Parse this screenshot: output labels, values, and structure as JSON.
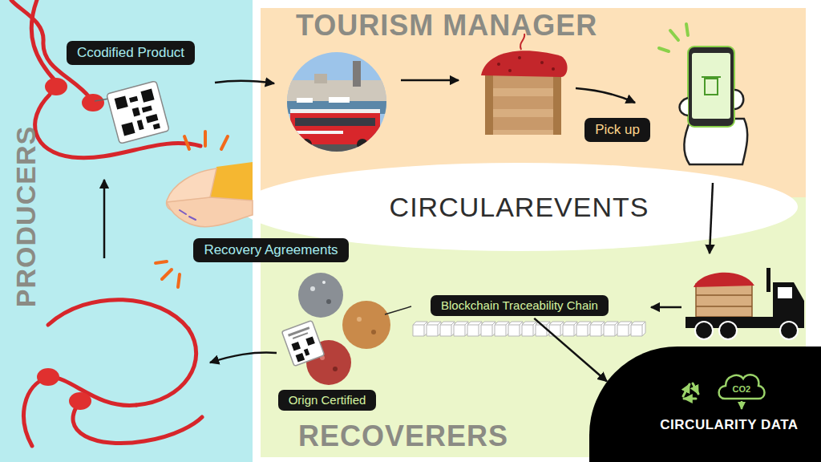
{
  "diagram": {
    "nodes": [
      {
        "text": [
          "PRODUCERS"
        ]
      },
      {
        "text": [
          "Ccodified Product"
        ],
        "in": 0
      },
      {
        "text": [
          "TOURISM MANAGER"
        ]
      },
      {
        "text": [
          "Pick up"
        ],
        "in": 2
      },
      {
        "text": [
          "CIRCULAREVENTS"
        ]
      },
      {
        "text": [
          "Recovery Agreements"
        ]
      },
      {
        "text": [
          "RECOVERERS"
        ]
      },
      {
        "text": [
          "Blockchain Traceability Chain"
        ],
        "in": 6
      },
      {
        "text": [
          "Orign Certified"
        ],
        "in": 6
      },
      {
        "text": [
          "CIRCULARITY DATA"
        ]
      }
    ],
    "edges": [
      {
        "from": 7,
        "to": 9,
        "arrow": "to"
      }
    ],
    "labels": [
      "CO2"
    ]
  }
}
